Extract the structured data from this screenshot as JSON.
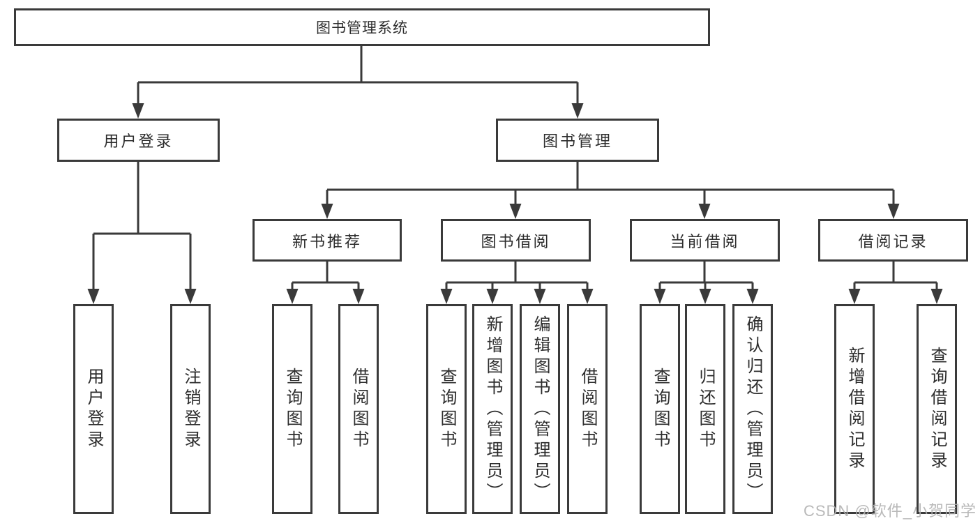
{
  "diagram": {
    "root": "图书管理系统",
    "user_login_branch": {
      "label": "用户登录",
      "children": [
        "用户登录",
        "注销登录"
      ]
    },
    "book_mgmt_branch": {
      "label": "图书管理",
      "sections": [
        {
          "label": "新书推荐",
          "children": [
            "查询图书",
            "借阅图书"
          ]
        },
        {
          "label": "图书借阅",
          "children": [
            "查询图书",
            "新增图书（管理员）",
            "编辑图书（管理员）",
            "借阅图书"
          ]
        },
        {
          "label": "当前借阅",
          "children": [
            "查询图书",
            "归还图书",
            "确认归还（管理员）"
          ]
        },
        {
          "label": "借阅记录",
          "children": [
            "新增借阅记录",
            "查询借阅记录"
          ]
        }
      ]
    }
  },
  "watermark": "CSDN @软件_小贺同学",
  "colors": {
    "line": "#3a3a3a",
    "text": "#2d2d2d",
    "box_background": "#ffffff",
    "page_background": "#ffffff",
    "watermark": "#b1b1b1"
  }
}
